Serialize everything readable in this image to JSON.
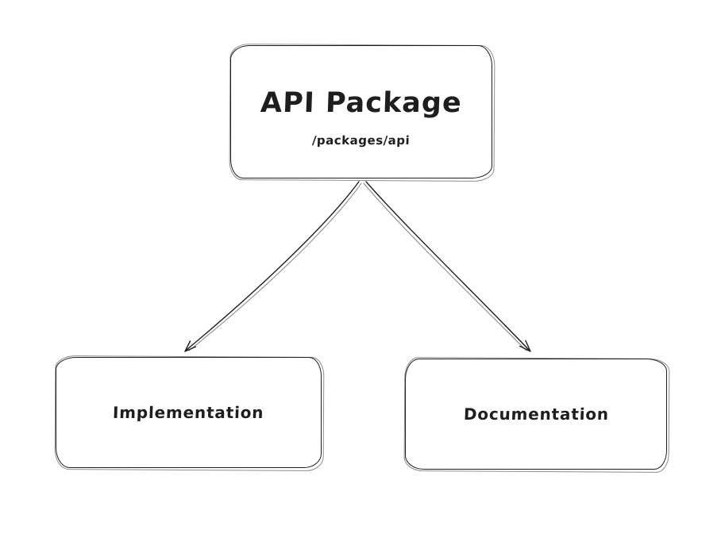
{
  "canvas": {
    "background": "#ffffff",
    "stroke_color": "#1e1e1e"
  },
  "nodes": {
    "api_package": {
      "title": "API Package",
      "subtitle": "/packages/api"
    },
    "implementation": {
      "label": "Implementation"
    },
    "documentation": {
      "label": "Documentation"
    }
  },
  "edges": [
    {
      "from": "api_package",
      "to": "implementation"
    },
    {
      "from": "api_package",
      "to": "documentation"
    }
  ]
}
